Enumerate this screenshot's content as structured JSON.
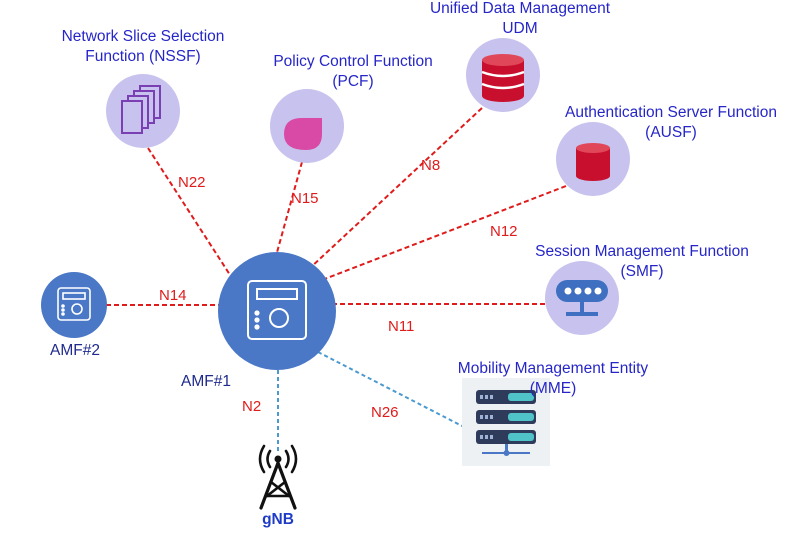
{
  "nodes": {
    "nssf": {
      "label_line1": "Network Slice Selection",
      "label_line2": "Function (NSSF)",
      "icon": "stacked-documents-icon"
    },
    "pcf": {
      "label_line1": "Policy Control Function",
      "label_line2": "(PCF)",
      "icon": "drop-icon"
    },
    "udm": {
      "label_line1": "Unified Data Management",
      "label_line2": "UDM",
      "icon": "database-icon"
    },
    "ausf": {
      "label_line1": "Authentication Server Function",
      "label_line2": "(AUSF)",
      "icon": "cylinder-icon"
    },
    "smf": {
      "label_line1": "Session Management Function",
      "label_line2": "(SMF)",
      "icon": "router-icon"
    },
    "mme": {
      "label_line1": "Mobility Management Entity",
      "label_line2": "(MME)",
      "icon": "server-rack-icon"
    },
    "amf1": {
      "label": "AMF#1",
      "icon": "server-box-icon"
    },
    "amf2": {
      "label": "AMF#2",
      "icon": "server-box-icon"
    },
    "gnb": {
      "label": "gNB",
      "icon": "antenna-tower-icon"
    }
  },
  "interfaces": {
    "n22": "N22",
    "n15": "N15",
    "n8": "N8",
    "n12": "N12",
    "n11": "N11",
    "n14": "N14",
    "n26": "N26",
    "n2": "N2"
  },
  "colors": {
    "circle": "#c7c3ee",
    "amf_fill": "#4a78c6",
    "red_link": "#e01b1b",
    "blue_link": "#4a9ad0",
    "label_text": "#2626c8"
  }
}
